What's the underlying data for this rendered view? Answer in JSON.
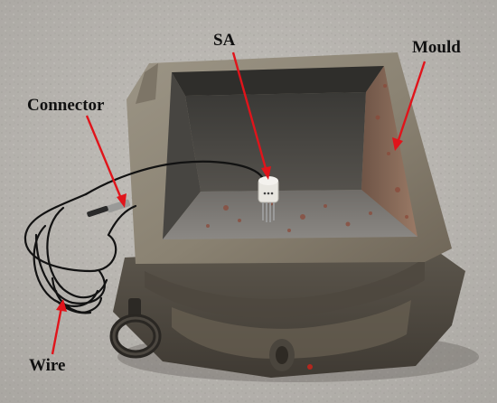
{
  "labels": {
    "sa": "SA",
    "mould": "Mould",
    "connector": "Connector",
    "wire": "Wire"
  },
  "colors": {
    "ground": "#b9b6b1",
    "mould_rim": "#8e8678",
    "mould_inner_wall": "#4a4844",
    "mould_floor": "#7d7a76",
    "rust": "#8b4a3a",
    "cable": "#121212",
    "arrow": "#e0141b",
    "sensor": "#e8e6e0"
  }
}
